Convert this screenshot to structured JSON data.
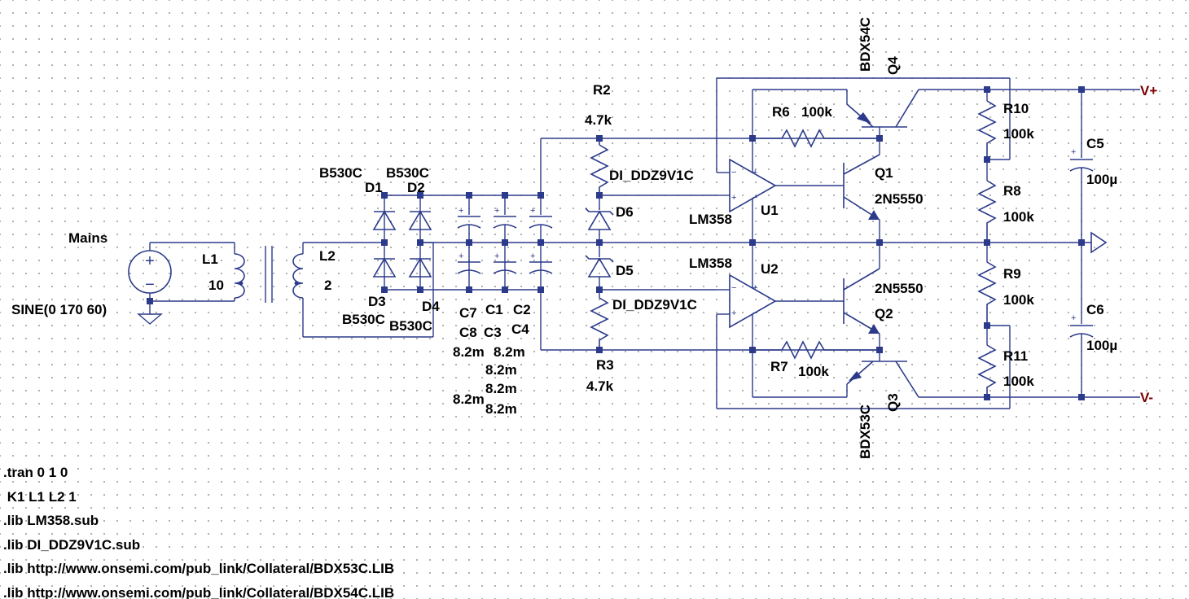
{
  "colors": {
    "wire": "#2b3a8a",
    "net_label": "#7a0000",
    "text": "#000000",
    "background": "#ffffff"
  },
  "source": {
    "name": "Mains",
    "value": "SINE(0 170 60)"
  },
  "inductors": {
    "L1": {
      "name": "L1",
      "value": "10"
    },
    "L2": {
      "name": "L2",
      "value": "2"
    }
  },
  "diodes": {
    "D1": {
      "name": "D1",
      "model": "B530C"
    },
    "D2": {
      "name": "D2",
      "model": "B530C"
    },
    "D3": {
      "name": "D3",
      "model": "B530C"
    },
    "D4": {
      "name": "D4",
      "model": "B530C"
    },
    "D5": {
      "name": "D5",
      "model": "DI_DDZ9V1C"
    },
    "D6": {
      "name": "D6",
      "model": "DI_DDZ9V1C"
    }
  },
  "capacitors": {
    "C1": {
      "name": "C1",
      "value": "8.2m"
    },
    "C2": {
      "name": "C2",
      "value": "8.2m"
    },
    "C3": {
      "name": "C3",
      "value": "8.2m"
    },
    "C4": {
      "name": "C4",
      "value": "8.2m"
    },
    "C5": {
      "name": "C5",
      "value": "100µ"
    },
    "C6": {
      "name": "C6",
      "value": "100µ"
    },
    "C7": {
      "name": "C7",
      "value": "8.2m"
    },
    "C8": {
      "name": "C8",
      "value": "8.2m"
    }
  },
  "resistors": {
    "R2": {
      "name": "R2",
      "value": "4.7k"
    },
    "R3": {
      "name": "R3",
      "value": "4.7k"
    },
    "R6": {
      "name": "R6",
      "value": "100k"
    },
    "R7": {
      "name": "R7",
      "value": "100k"
    },
    "R8": {
      "name": "R8",
      "value": "100k"
    },
    "R9": {
      "name": "R9",
      "value": "100k"
    },
    "R10": {
      "name": "R10",
      "value": "100k"
    },
    "R11": {
      "name": "R11",
      "value": "100k"
    }
  },
  "opamps": {
    "U1": {
      "name": "U1",
      "model": "LM358"
    },
    "U2": {
      "name": "U2",
      "model": "LM358"
    }
  },
  "transistors": {
    "Q1": {
      "name": "Q1",
      "model": "2N5550"
    },
    "Q2": {
      "name": "Q2",
      "model": "2N5550"
    },
    "Q3": {
      "name": "Q3",
      "model": "BDX53C"
    },
    "Q4": {
      "name": "Q4",
      "model": "BDX54C"
    }
  },
  "nets": {
    "vplus": "V+",
    "vminus": "V-"
  },
  "directives": [
    ".tran 0 1 0",
    " K1 L1 L2 1",
    ".lib LM358.sub",
    ".lib DI_DDZ9V1C.sub",
    ".lib http://www.onsemi.com/pub_link/Collateral/BDX53C.LIB",
    ".lib http://www.onsemi.com/pub_link/Collateral/BDX54C.LIB"
  ]
}
